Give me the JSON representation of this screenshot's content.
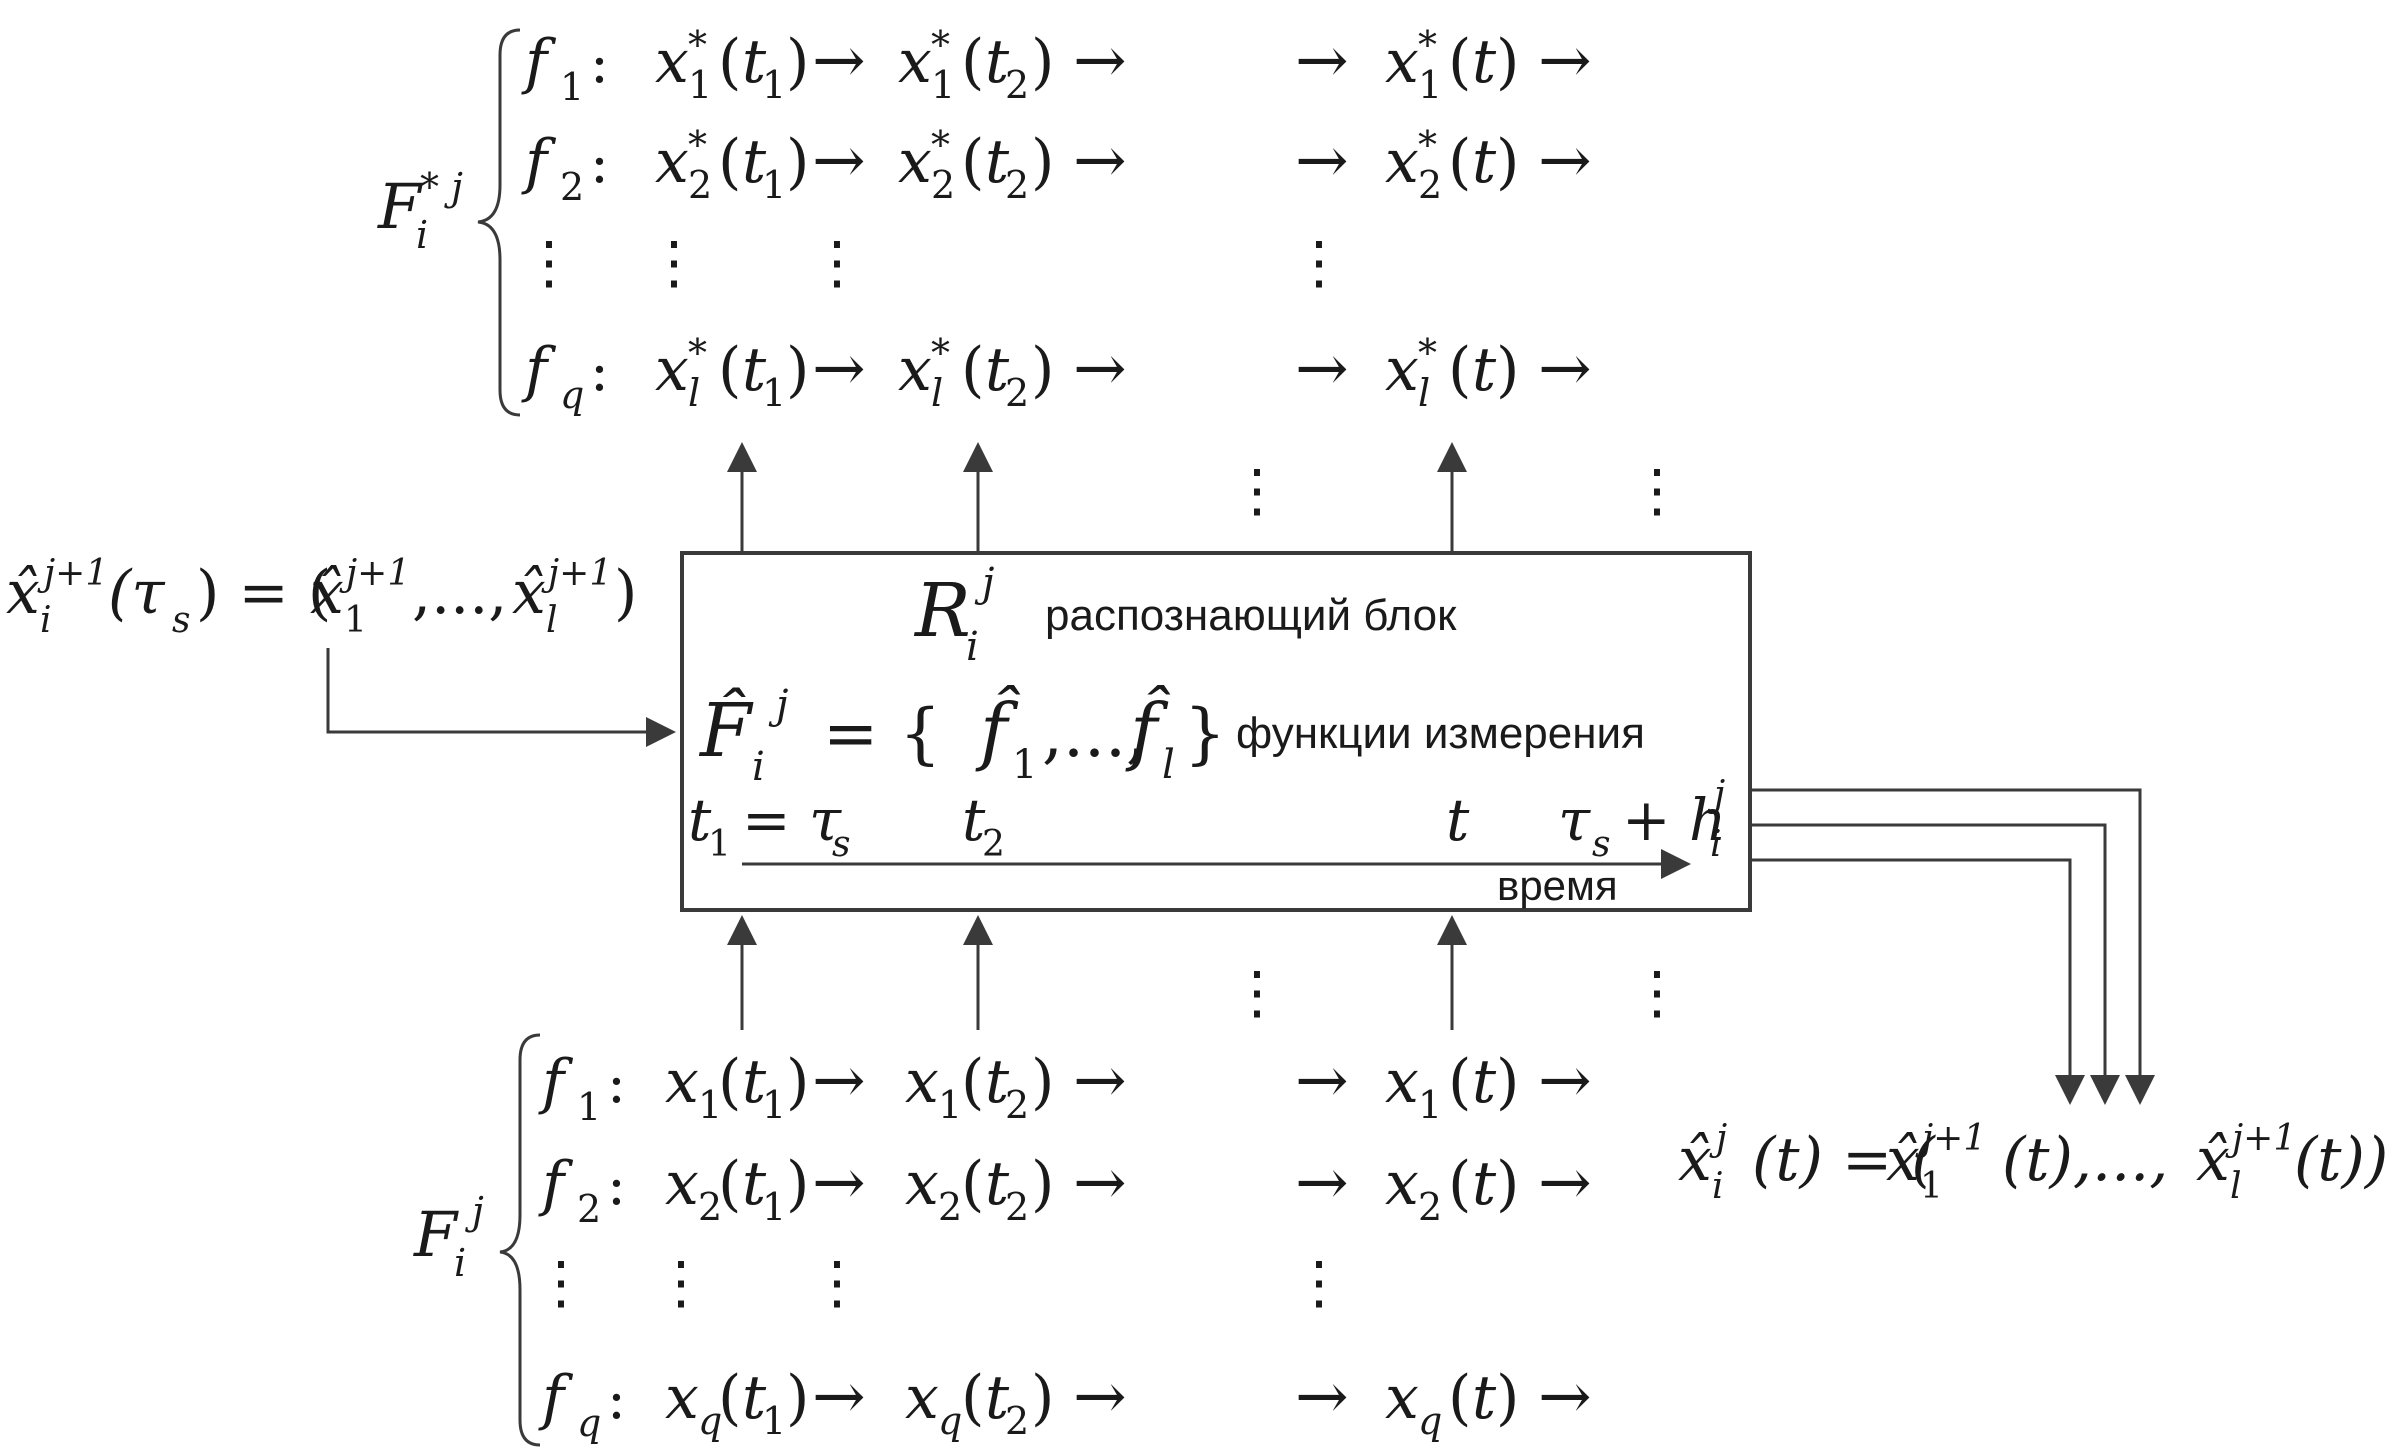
{
  "top_block": {
    "label_F": "F",
    "label_sub": "i",
    "label_sup": "* j",
    "rows": [
      {
        "f": "f",
        "fsub": "1",
        "x": "x",
        "xsub": "1",
        "star": "*"
      },
      {
        "f": "f",
        "fsub": "2",
        "x": "x",
        "xsub": "2",
        "star": "*"
      },
      {
        "f": "f",
        "fsub": "q",
        "x": "x",
        "xsub": "l",
        "star": "*"
      }
    ]
  },
  "bottom_block": {
    "label_F": "F",
    "label_sub": "i",
    "label_sup": "j",
    "rows": [
      {
        "f": "f",
        "fsub": "1",
        "x": "x",
        "xsub": "1"
      },
      {
        "f": "f",
        "fsub": "2",
        "x": "x",
        "xsub": "2"
      },
      {
        "f": "f",
        "fsub": "q",
        "x": "x",
        "xsub": "q"
      }
    ]
  },
  "symbols": {
    "colon": ":",
    "arrow": "→",
    "vdots": "⋮",
    "t": "t",
    "sub1": "1",
    "sub2": "2",
    "lparen": "(",
    "rparen": ")"
  },
  "input_formula": {
    "lhs": "x̂",
    "lhs_sub": "i",
    "lhs_sup": "j+1",
    "arg": "(τ",
    "arg_sub": "s",
    "eq": ") = (",
    "v1": "x̂",
    "v1_sub": "1",
    "v1_sup": "j+1",
    "dots": ",...,",
    "v2": "x̂",
    "v2_sub": "l",
    "v2_sup": "j+1",
    "close": ")"
  },
  "block": {
    "R": "R",
    "R_sub": "i",
    "R_sup": "j",
    "R_caption": "распознающий блок",
    "F": "F̂",
    "F_sub": "i",
    "F_sup": "j",
    "F_eq": "= {",
    "f1": "f̂",
    "f1_sub": "1",
    "fdots": ",...,",
    "f2": "f̂",
    "f2_sub": "l",
    "F_close": "}",
    "F_caption": "функции измерения",
    "t1": "t",
    "t1_sub": "1",
    "t1_eq": "= τ",
    "t1_eq_sub": "s",
    "t2": "t",
    "t2_sub": "2",
    "t": "t",
    "tend": "τ",
    "tend_sub": "s",
    "tend_plus": "+ h",
    "tend_h_sub": "i",
    "tend_h_sup": "j",
    "time_caption": "время"
  },
  "output_formula": {
    "lhs": "x̂",
    "lhs_sub": "i",
    "lhs_sup": "j",
    "arg": "(t) = (",
    "v1": "x̂",
    "v1_sub": "1",
    "v1_sup": "j+1",
    "v1_arg": "(t),...,",
    "v2": "x̂",
    "v2_sub": "l",
    "v2_sup": "j+1",
    "v2_arg": "(t))"
  }
}
